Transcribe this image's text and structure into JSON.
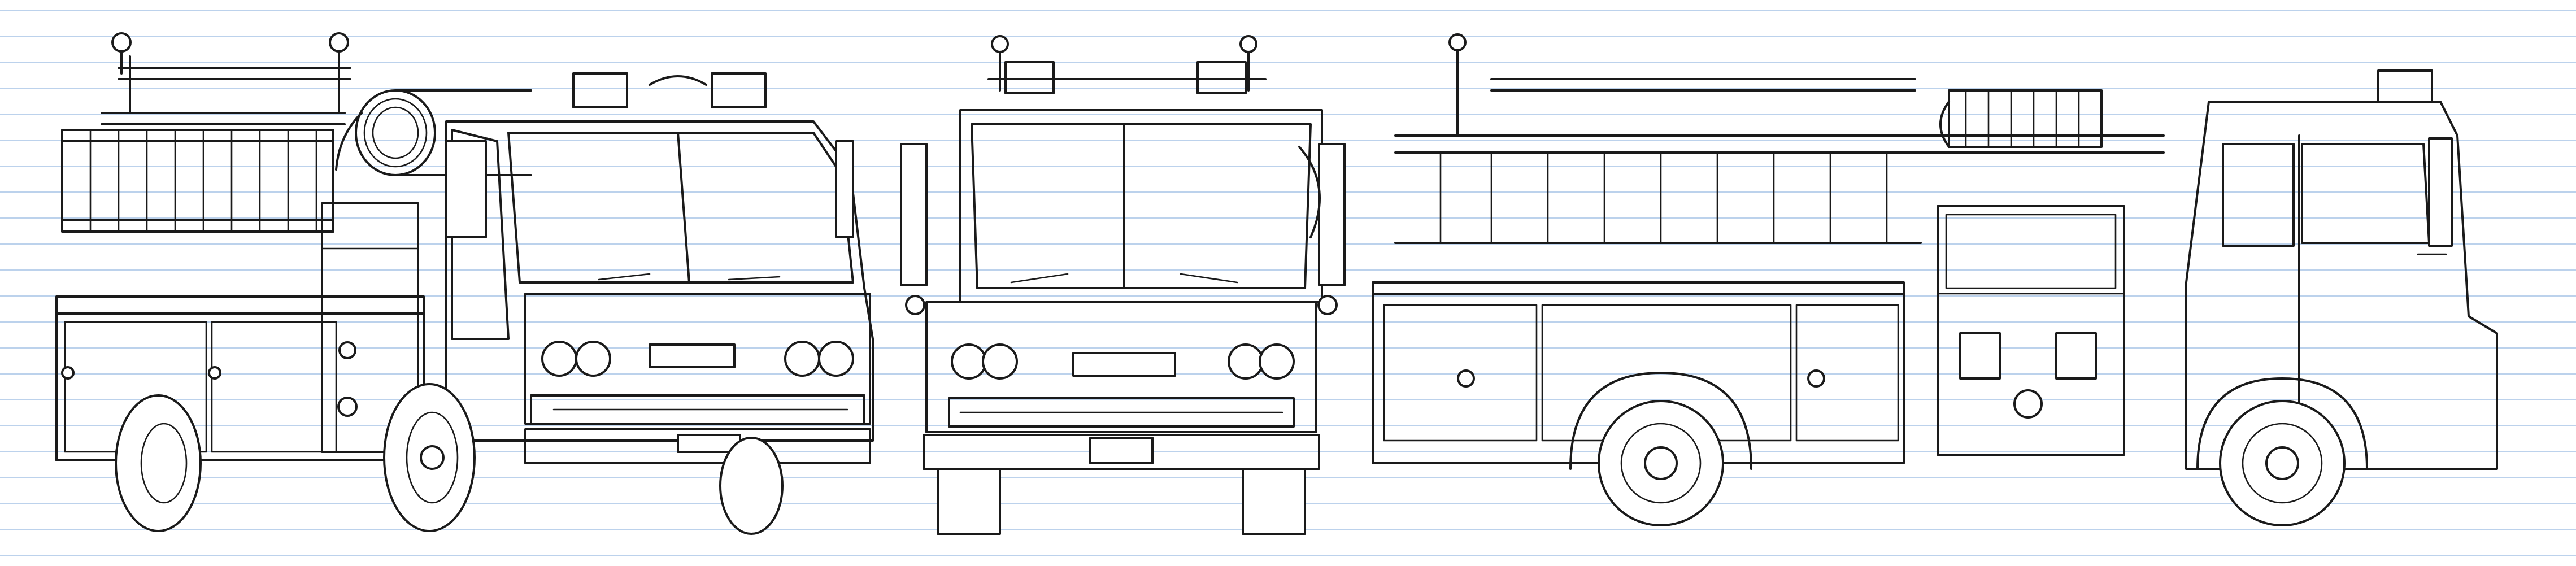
{
  "sheet": {
    "background": "#ffffff",
    "rule_line_color": "#bcd2ec",
    "ink_color": "#1a1a1a",
    "rule_line_count": 22
  },
  "views": [
    {
      "id": "three-quarter",
      "label_text": ""
    },
    {
      "id": "front",
      "label_text": ""
    },
    {
      "id": "side",
      "label_text": ""
    }
  ]
}
